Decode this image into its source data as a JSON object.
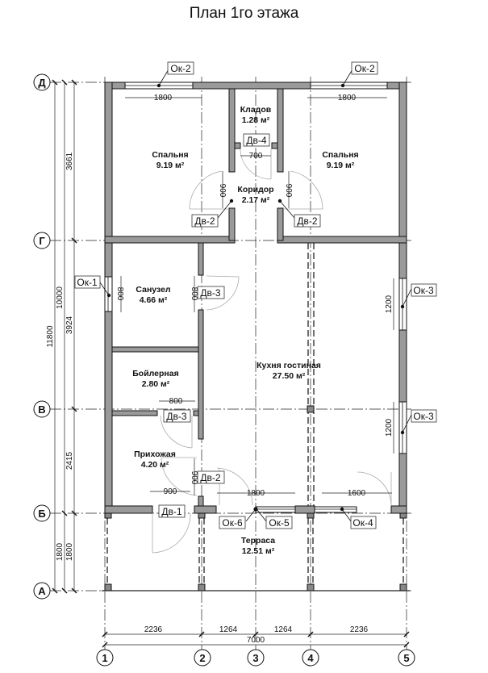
{
  "title": "План 1го этажа",
  "axes_rows": [
    {
      "id": "row-d",
      "label": "Д"
    },
    {
      "id": "row-g",
      "label": "Г"
    },
    {
      "id": "row-v",
      "label": "В"
    },
    {
      "id": "row-b",
      "label": "Б"
    },
    {
      "id": "row-a",
      "label": "А"
    }
  ],
  "axes_cols": [
    {
      "id": "col-1",
      "label": "1"
    },
    {
      "id": "col-2",
      "label": "2"
    },
    {
      "id": "col-3",
      "label": "3"
    },
    {
      "id": "col-4",
      "label": "4"
    },
    {
      "id": "col-5",
      "label": "5"
    }
  ],
  "dims_vertical": {
    "overall": "11800",
    "main": "10000",
    "d_g": "3661",
    "g_v": "3924",
    "v_b": "2415",
    "b_a_inner": "1800",
    "b_a_outer": "1800"
  },
  "dims_horizontal": {
    "c1_c2": "2236",
    "c2_c3": "1264",
    "c3_c4": "1264",
    "c4_c5": "2236",
    "overall": "7000"
  },
  "rooms": [
    {
      "name": "Спальня",
      "area": "9.19 м²"
    },
    {
      "name": "Кладов",
      "area": "1.28 м²"
    },
    {
      "name": "Спальня",
      "area": "9.19 м²"
    },
    {
      "name": "Коридор",
      "area": "2.17 м²"
    },
    {
      "name": "Санузел",
      "area": "4.66 м²"
    },
    {
      "name": "Бойлерная",
      "area": "2.80 м²"
    },
    {
      "name": "Кухня гостиная",
      "area": "27.50 м²"
    },
    {
      "name": "Прихожая",
      "area": "4.20 м²"
    },
    {
      "name": "Терраса",
      "area": "12.51 м²"
    }
  ],
  "tags": {
    "ok2_left": "Ок-2",
    "ok2_right": "Ок-2",
    "ok1": "Ок-1",
    "ok3_top": "Ок-3",
    "ok3_bottom": "Ок-3",
    "ok4": "Ок-4",
    "ok5": "Ок-5",
    "ok6": "Ок-6",
    "dv4": "Дв-4",
    "dv2_left": "Дв-2",
    "dv2_right": "Дв-2",
    "dv3_top": "Дв-3",
    "dv3_bottom": "Дв-3",
    "dv2_hall": "Дв-2",
    "dv1": "Дв-1"
  },
  "opening_dims": {
    "win_top_left": "1800",
    "win_top_right": "1800",
    "door_dv4": "700",
    "door_dv2_left": "900",
    "door_dv2_right": "900",
    "win_ok1": "800",
    "door_dv3_top": "800",
    "door_dv3_bottom": "800",
    "win_ok3_top": "1200",
    "win_ok3_bottom": "1200",
    "door_dv2_hall": "900",
    "door_dv1": "900",
    "win_ok5_6": "1800",
    "win_ok4": "1600"
  }
}
